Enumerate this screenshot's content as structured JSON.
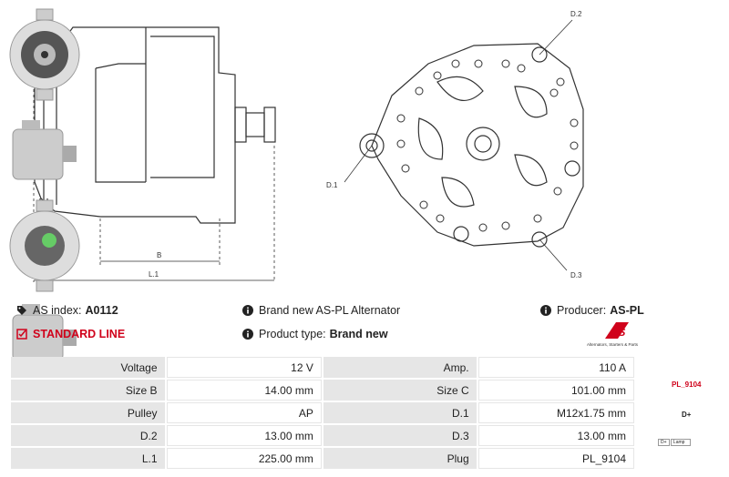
{
  "drawing": {
    "labels": {
      "d2": "D.2",
      "d1": "D.1",
      "d3": "D.3",
      "b": "B",
      "l1": "L.1"
    }
  },
  "info": {
    "as_index_label": "AS index:",
    "as_index_value": "A0112",
    "standard_line": "STANDARD LINE",
    "brand_new": "Brand new AS-PL Alternator",
    "product_type_label": "Product type:",
    "product_type_value": "Brand new",
    "producer_label": "Producer:",
    "producer_value": "AS-PL"
  },
  "logo": {
    "mark": "AS",
    "tagline": "Alternators, Starters & Parts"
  },
  "specs": [
    {
      "l1": "Voltage",
      "v1": "12 V",
      "l2": "Amp.",
      "v2": "110 A"
    },
    {
      "l1": "Size B",
      "v1": "14.00 mm",
      "l2": "Size C",
      "v2": "101.00 mm"
    },
    {
      "l1": "Pulley",
      "v1": "AP",
      "l2": "D.1",
      "v2": "M12x1.75 mm"
    },
    {
      "l1": "D.2",
      "v1": "13.00 mm",
      "l2": "D.3",
      "v2": "13.00 mm"
    },
    {
      "l1": "L.1",
      "v1": "225.00 mm",
      "l2": "Plug",
      "v2": "PL_9104"
    }
  ],
  "plug": {
    "name": "PL_9104",
    "terminal": "D+",
    "legend_d": "D+",
    "legend_lamp": "Lamp"
  },
  "colors": {
    "accent": "#d0021b",
    "label_bg": "#e6e6e6"
  }
}
